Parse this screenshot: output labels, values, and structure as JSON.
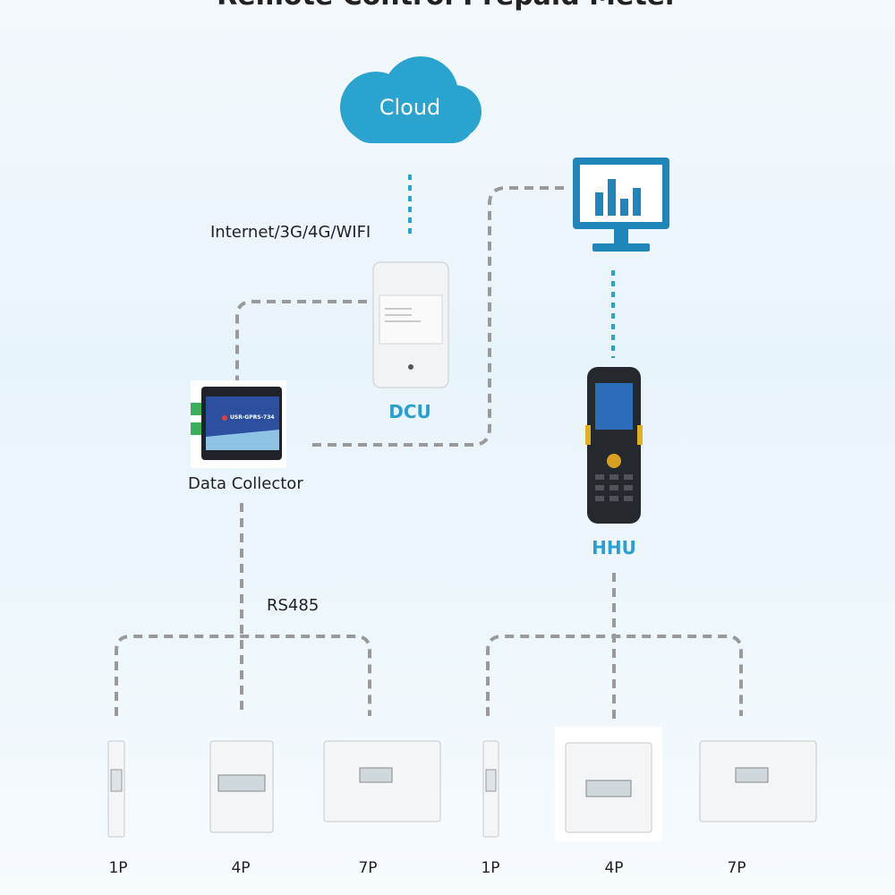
{
  "title": "Remote Control Prepaid Meter",
  "cloud": {
    "label": "Cloud"
  },
  "network_label": "Internet/3G/4G/WIFI",
  "dcu": {
    "label": "DCU"
  },
  "data_collector": {
    "label": "Data Collector",
    "device_text": "USR-GPRS-734"
  },
  "hhu": {
    "label": "HHU"
  },
  "bus_label": "RS485",
  "meters_left": [
    {
      "label": "1P"
    },
    {
      "label": "4P"
    },
    {
      "label": "7P"
    }
  ],
  "meters_right": [
    {
      "label": "1P"
    },
    {
      "label": "4P"
    },
    {
      "label": "7P"
    }
  ],
  "colors": {
    "accent": "#2a9fd0",
    "cloud": "#2aa3cf",
    "monitor": "#1e86b8",
    "connector": "#9a9a9a"
  }
}
